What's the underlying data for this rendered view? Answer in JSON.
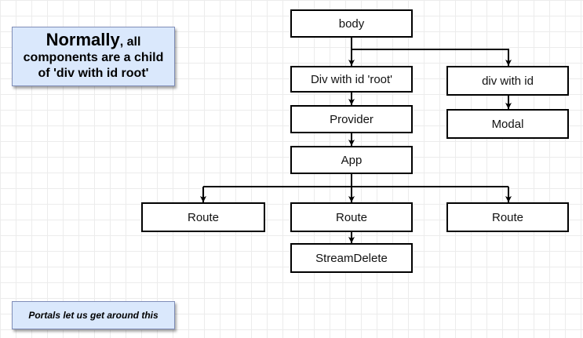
{
  "note_main": {
    "emphasis": "Normally",
    "line1_rest": ", all",
    "line2": "components are a child",
    "line3": "of 'div with id root'"
  },
  "note_portals": {
    "text": "Portals let us get around this"
  },
  "nodes": {
    "body": "body",
    "div_root": "Div with id 'root'",
    "div_modal": "div with id",
    "modal": "Modal",
    "provider": "Provider",
    "app": "App",
    "route_left": "Route",
    "route_center": "Route",
    "route_right": "Route",
    "stream_delete": "StreamDelete"
  },
  "colors": {
    "note_fill": "#dae8fc",
    "note_border": "#7f8db8",
    "node_border": "#000000",
    "grid": "#ececec"
  }
}
